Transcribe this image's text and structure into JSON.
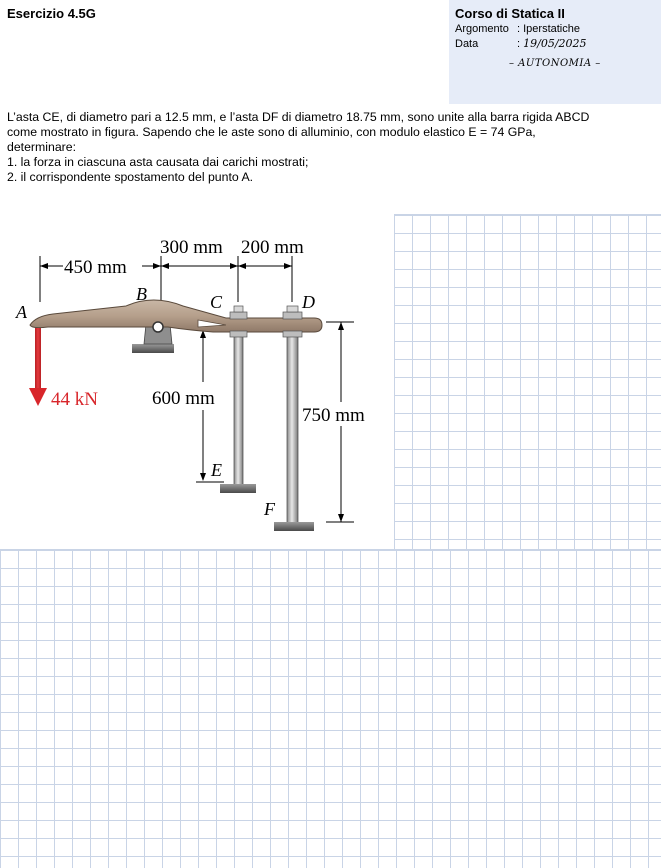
{
  "header": {
    "exercise_title": "Esercizio 4.5G",
    "course_title": "Corso di Statica II",
    "topic_label": "Argomento",
    "topic_value": ": Iperstatiche",
    "date_label": "Data",
    "date_sep": ":",
    "date_value": "19/05/2025",
    "note": "– AUTONOMIA –"
  },
  "problem": {
    "intro_line1": "L’asta CE, di diametro pari a 12.5 mm, e l’asta DF di diametro 18.75 mm, sono unite alla barra rigida ABCD",
    "intro_line2": "come mostrato in figura. Sapendo che le aste sono di alluminio, con modulo elastico E = 74 GPa,",
    "intro_line3": "determinare:",
    "item1": "1. la forza in ciascuna asta causata dai carichi mostrati;",
    "item2": "2. il corrispondente spostamento del punto A."
  },
  "figure": {
    "dim_ab": "450 mm",
    "dim_bc": "300 mm",
    "dim_cd": "200 mm",
    "dim_ce": "600 mm",
    "dim_df": "750 mm",
    "load": "44 kN",
    "point_a": "A",
    "point_b": "B",
    "point_c": "C",
    "point_d": "D",
    "point_e": "E",
    "point_f": "F"
  },
  "colors": {
    "info_box_bg": "#e6ecf8",
    "grid_line": "#c9d4e6",
    "load_arrow": "#d8262b"
  }
}
